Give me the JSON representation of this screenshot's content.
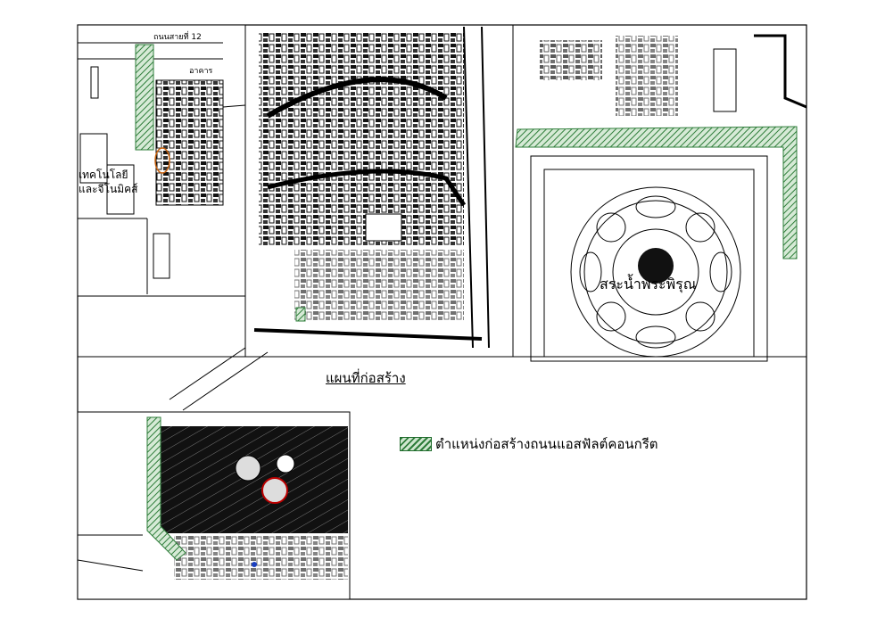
{
  "title": "แผนที่ก่อสร้าง",
  "legend": {
    "label": "ตำแหน่งก่อสร้างถนนแอสฟัลต์คอนกรีต",
    "color": "#2e7d3a"
  },
  "pond_label": "สระน้ำพระพิรุณ",
  "inset_labels": {
    "road": "ถนนสายที่ 12",
    "building": "อาคาร",
    "tech1": "เทคโนโลยี",
    "tech2": "และจีโนมิคส์"
  },
  "colors": {
    "line": "#000000",
    "hatch": "#2e7d3a",
    "background": "#ffffff"
  }
}
